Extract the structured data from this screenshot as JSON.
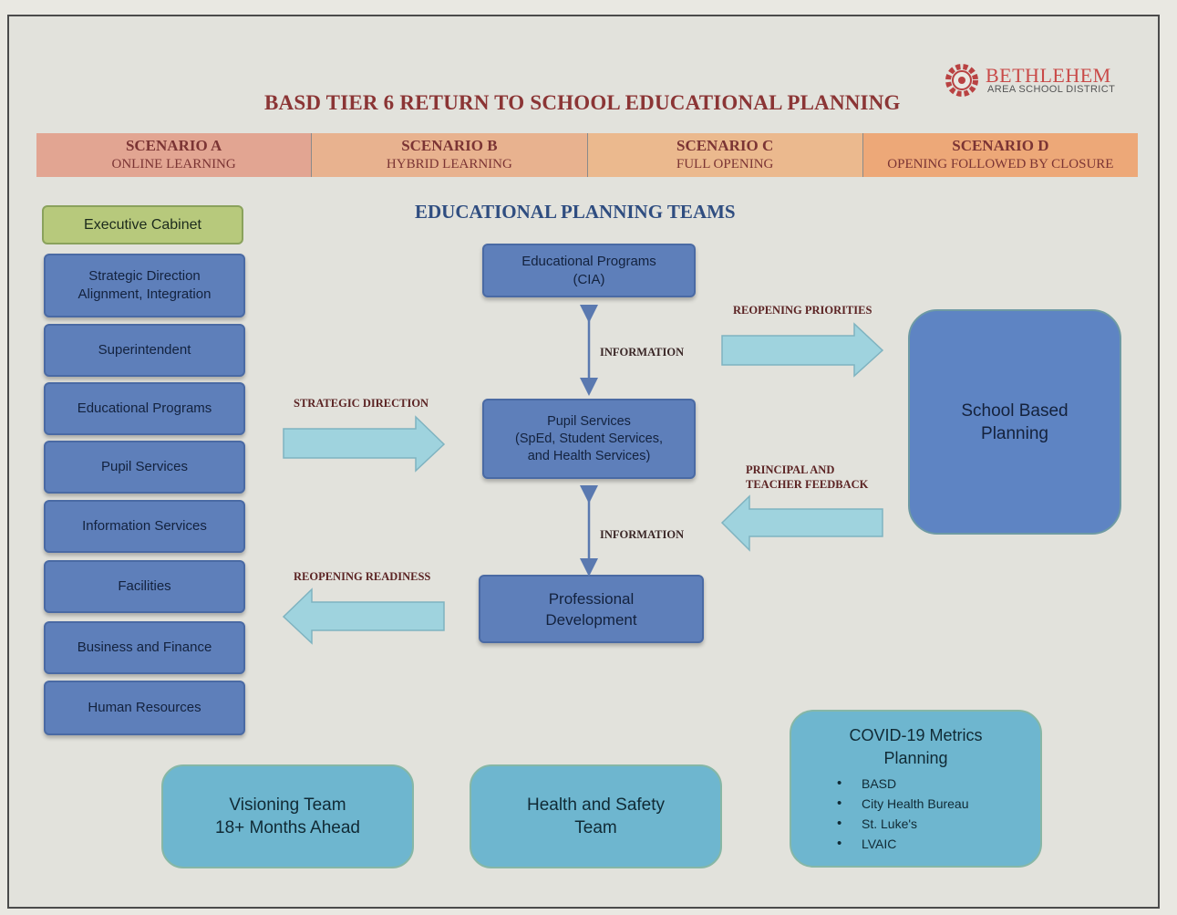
{
  "title": "BASD TIER 6 RETURN TO SCHOOL EDUCATIONAL PLANNING",
  "logo": {
    "name": "BETHLEHEM",
    "sub": "AREA SCHOOL DISTRICT"
  },
  "scenarios": [
    {
      "name": "SCENARIO A",
      "sub": "ONLINE LEARNING"
    },
    {
      "name": "SCENARIO B",
      "sub": "HYBRID LEARNING"
    },
    {
      "name": "SCENARIO C",
      "sub": "FULL OPENING"
    },
    {
      "name": "SCENARIO D",
      "sub": "OPENING FOLLOWED BY CLOSURE"
    }
  ],
  "scenario_colors": [
    "#e2a592",
    "#e8b28f",
    "#ebb98e",
    "#eda878"
  ],
  "subheading": "EDUCATIONAL PLANNING TEAMS",
  "left_column": {
    "executive": "Executive Cabinet",
    "items": [
      "Strategic Direction\nAlignment, Integration",
      "Superintendent",
      "Educational Programs",
      "Pupil Services",
      "Information Services",
      "Facilities",
      "Business and Finance",
      "Human Resources"
    ]
  },
  "center": {
    "educational_programs": "Educational Programs\n(CIA)",
    "pupil_services": "Pupil Services\n(SpEd, Student Services,\nand Health Services)",
    "professional_development": "Professional\nDevelopment",
    "info_top": "INFORMATION",
    "info_bottom": "INFORMATION"
  },
  "arrows": {
    "strategic_direction": "STRATEGIC DIRECTION",
    "reopening_readiness": "REOPENING READINESS",
    "reopening_priorities": "REOPENING PRIORITIES",
    "principal_feedback": "PRINCIPAL AND\nTEACHER FEEDBACK"
  },
  "school_based": "School Based\nPlanning",
  "bottom": {
    "visioning": "Visioning Team\n18+ Months Ahead",
    "health_safety": "Health and Safety\nTeam"
  },
  "covid": {
    "title": "COVID-19 Metrics\nPlanning",
    "items": [
      "BASD",
      "City Health Bureau",
      "St. Luke's",
      "LVAIC"
    ]
  },
  "colors": {
    "title": "#8b3535",
    "subheading": "#2f4d80",
    "dark_box": "#5e7fba",
    "light_box": "#6eb6cf",
    "arrow": "#9fd3de",
    "exec": "#b7c97c"
  }
}
